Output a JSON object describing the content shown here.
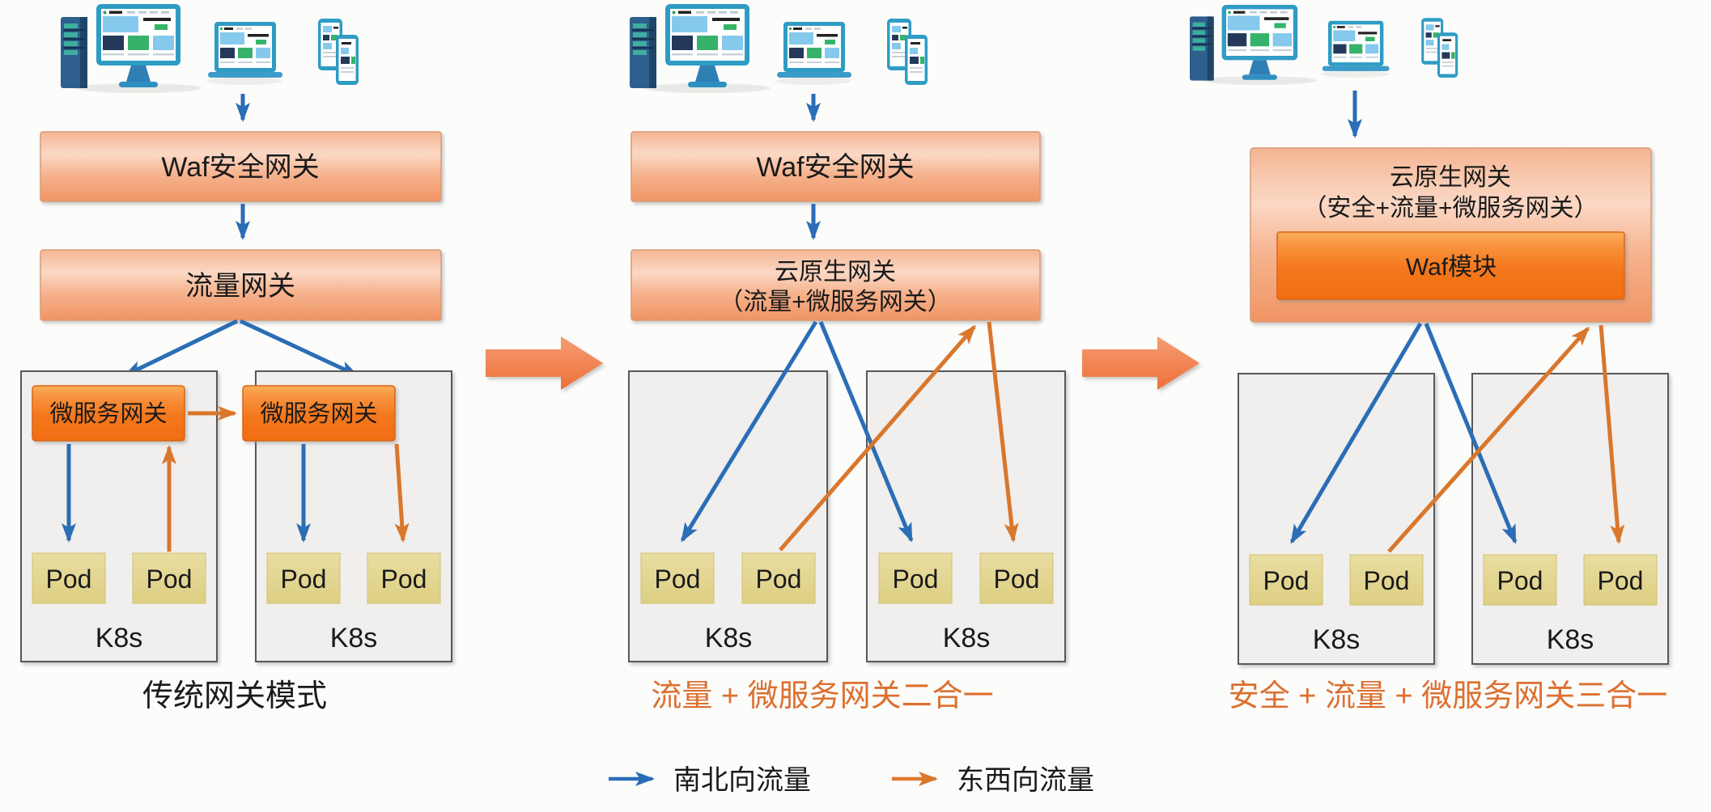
{
  "panel1": {
    "caption": "传统网关模式",
    "waf_gateway": "Waf安全网关",
    "traffic_gateway": "流量网关",
    "micro_gateway": "微服务网关",
    "k8s": "K8s",
    "pod": "Pod"
  },
  "panel2": {
    "caption": "流量 + 微服务网关二合一",
    "waf_gateway": "Waf安全网关",
    "cloud_gateway_line1": "云原生网关",
    "cloud_gateway_line2": "（流量+微服务网关）",
    "k8s": "K8s",
    "pod": "Pod"
  },
  "panel3": {
    "caption": "安全 + 流量 + 微服务网关三合一",
    "cloud_gateway_line1": "云原生网关",
    "cloud_gateway_line2": "（安全+流量+微服务网关）",
    "waf_module": "Waf模块",
    "k8s": "K8s",
    "pod": "Pod"
  },
  "legend": {
    "north_south": "南北向流量",
    "east_west": "东西向流量"
  },
  "colors": {
    "north_south_flow": "#2b6db6",
    "east_west_flow": "#d9772c",
    "gateway_light_box": "#f6b28d",
    "gateway_deep_box": "#f4771c",
    "pod_box": "#e3d692",
    "k8s_box": "#f0efed",
    "caption_accent": "#dc7030",
    "transition_arrow": "#f0814b"
  }
}
